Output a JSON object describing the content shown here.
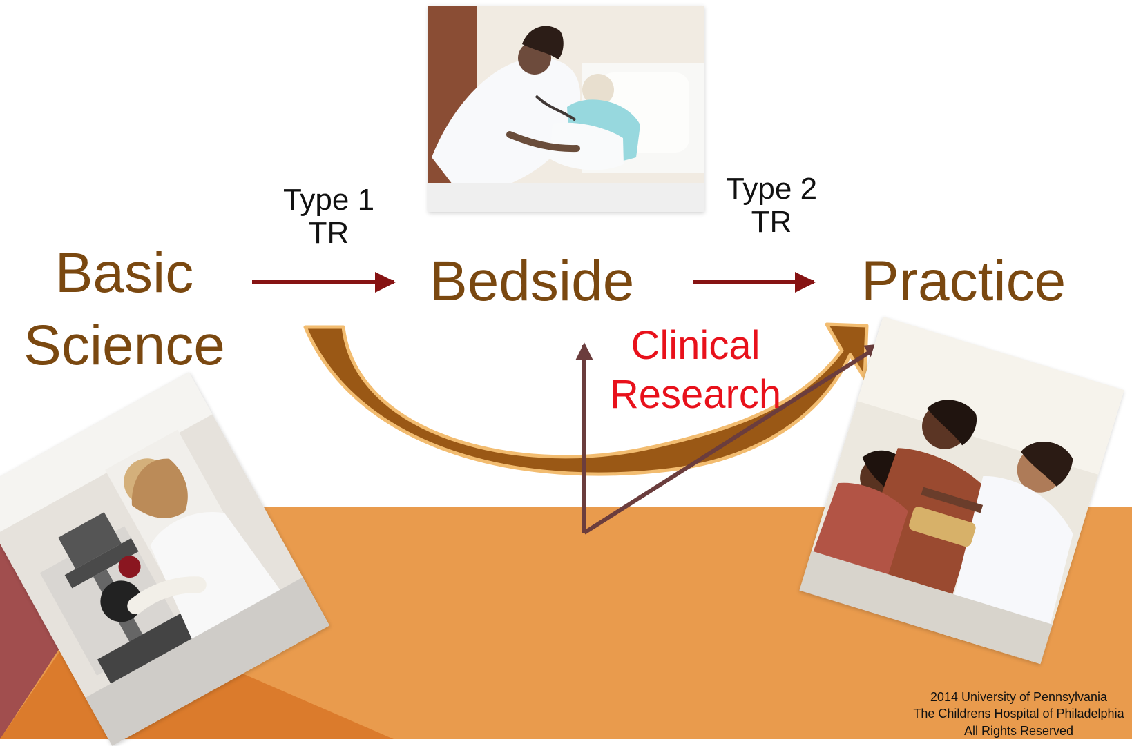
{
  "diagram": {
    "stages": {
      "basic": {
        "line1": "Basic",
        "line2": "Science"
      },
      "bedside": "Bedside",
      "practice": "Practice"
    },
    "transitions": {
      "t1": {
        "line1": "Type 1",
        "line2": "TR"
      },
      "t2": {
        "line1": "Type 2",
        "line2": "TR"
      }
    },
    "clinical": {
      "line1": "Clinical",
      "line2": "Research"
    }
  },
  "footer": {
    "line1": "2014 University of Pennsylvania",
    "line2": "The Childrens Hospital of Philadelphia",
    "line3": "All Rights Reserved"
  },
  "colors": {
    "stage_text": "#7a4810",
    "transition_arrow": "#861313",
    "clinical_text": "#e8111b",
    "clinical_arrows": "#6b3d3d",
    "sweep_arrow": "#9a5815",
    "sweep_outline": "#f2bc70",
    "orange_band": "#e99b4d",
    "deep_orange": "#db7b2c",
    "maroon_accent": "#a14e4e"
  },
  "icons": {
    "photo_bedside": "bedside-care-photo",
    "photo_lab": "microscope-photo",
    "photo_practice": "family-clinic-photo"
  }
}
